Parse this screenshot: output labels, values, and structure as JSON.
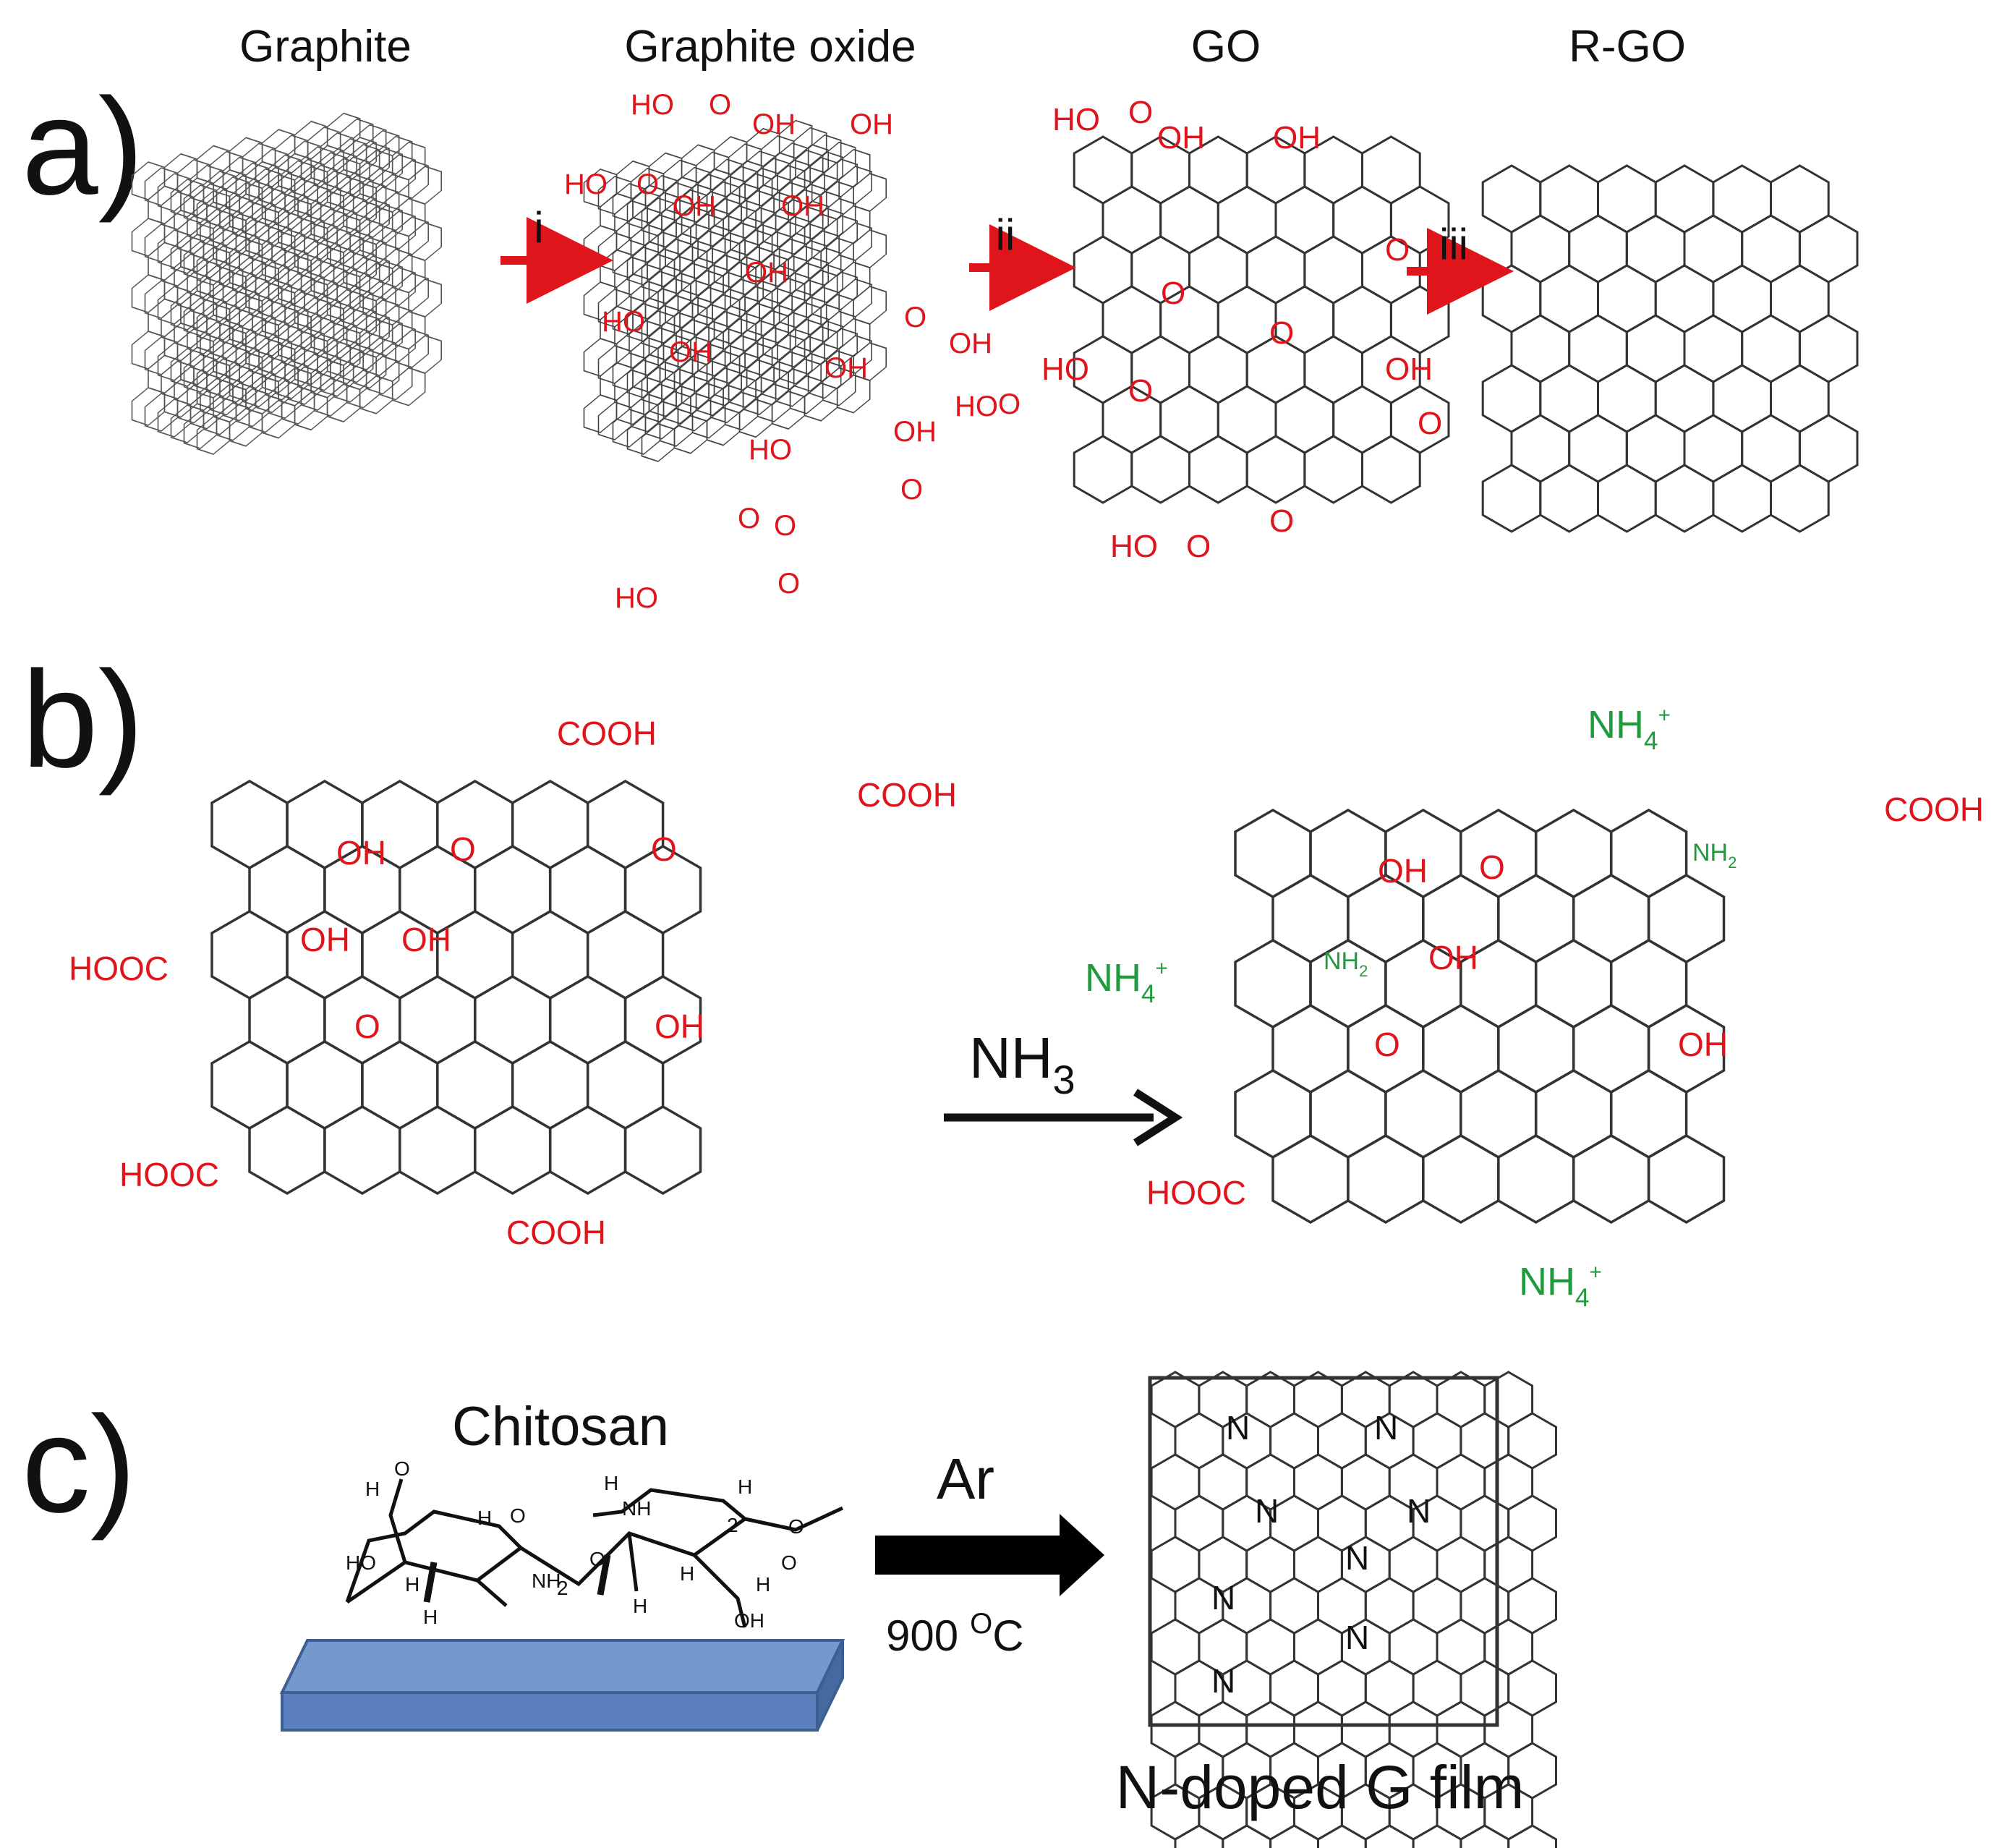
{
  "panel_a": {
    "letter": "a)",
    "stages": [
      "Graphite",
      "Graphite oxide",
      "GO",
      "R-GO"
    ],
    "steps": [
      "i",
      "ii",
      "iii"
    ],
    "oxide_labels": [
      "HO",
      "O",
      "OH",
      "OH",
      "HO",
      "O",
      "OH",
      "OH",
      "OH",
      "HO",
      "OH",
      "OH",
      "O",
      "HO",
      "OH",
      "O",
      "OH",
      "O",
      "HO",
      "O",
      "O",
      "HO",
      "O"
    ],
    "go_labels": [
      "HO",
      "O",
      "OH",
      "OH",
      "O",
      "O",
      "HO",
      "O",
      "O",
      "OH",
      "O",
      "O",
      "HO",
      "O"
    ]
  },
  "panel_b": {
    "letter": "b)",
    "reagent": "NH",
    "reagent_sub": "3",
    "left_groups": [
      "COOH",
      "COOH",
      "OH",
      "O",
      "O",
      "HOOC",
      "OH",
      "OH",
      "O",
      "OH",
      "HOOC",
      "COOH"
    ],
    "right_red_groups": [
      "COOH",
      "OH",
      "O",
      "OH",
      "O",
      "OH",
      "HOOC"
    ],
    "ammonium": {
      "main": "NH",
      "sub": "4",
      "sup": "+"
    },
    "amine": {
      "main": "NH",
      "sub": "2"
    }
  },
  "panel_c": {
    "letter": "c)",
    "precursor": "Chitosan",
    "gas": "Ar",
    "temperature": "900",
    "temp_sup": "O",
    "temp_unit": "C",
    "product": "N-doped G film",
    "dopant": "N",
    "chitosan_atoms": [
      "O",
      "H",
      "H",
      "O",
      "HO",
      "H",
      "NH",
      "H",
      "O",
      "H",
      "NH",
      "H",
      "O",
      "H",
      "H",
      "OH",
      "H",
      "O",
      "2",
      "2"
    ]
  },
  "colors": {
    "red": "#e0141b",
    "green": "#1f9a3c",
    "black": "#111111",
    "substrate": "#6a8fc4",
    "substrate_dark": "#4c74ad"
  }
}
